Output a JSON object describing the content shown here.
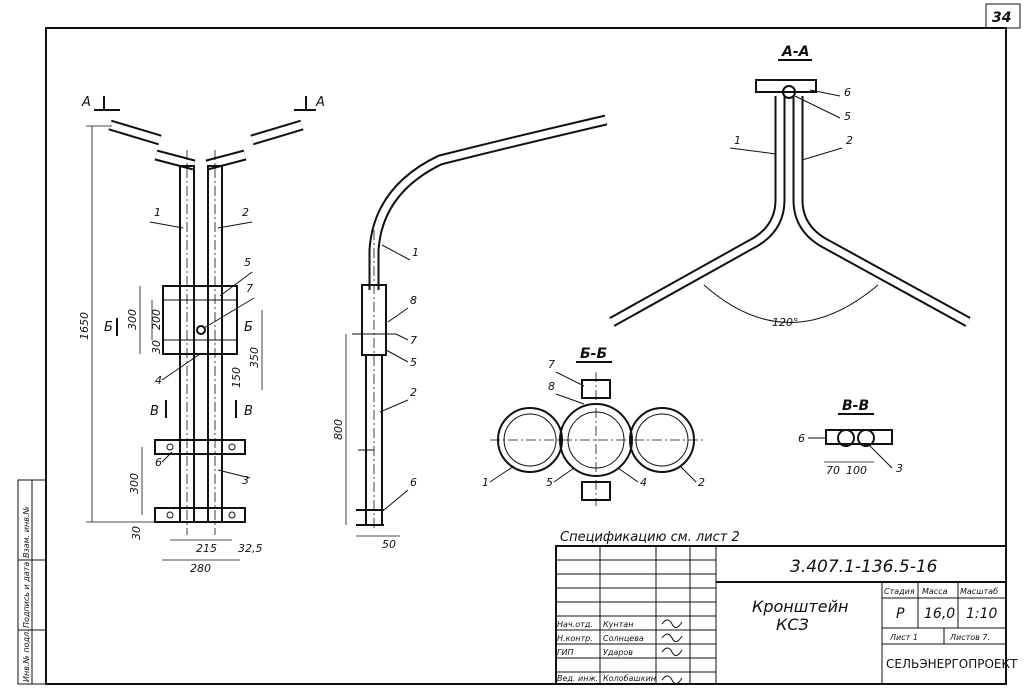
{
  "sheet": {
    "number": "34"
  },
  "views": {
    "aa_title": "А-А",
    "bb_title": "Б-Б",
    "vv_title": "В-В"
  },
  "labels": {
    "a": "А",
    "b": "Б",
    "v": "В"
  },
  "callouts": [
    "1",
    "2",
    "3",
    "4",
    "5",
    "6",
    "7",
    "8"
  ],
  "dimensions": {
    "d1650": "1650",
    "d300a": "300",
    "d200": "200",
    "d30a": "30",
    "d350": "350",
    "d150": "150",
    "d300b": "300",
    "d30b": "30",
    "d215": "215",
    "d32_5": "32,5",
    "d280": "280",
    "d800": "800",
    "d50": "50",
    "angle120": "120°",
    "d70": "70",
    "d100": "100"
  },
  "spec_note": "Спецификацию  см. лист 2",
  "title_block": {
    "code": "3.407.1-136.5-16",
    "name_line1": "Кронштейн",
    "name_line2": "КСЗ",
    "stage_h": "Стадия",
    "mass_h": "Масса",
    "scale_h": "Масштаб",
    "stage": "Р",
    "mass": "16,0",
    "scale": "1:10",
    "sheet_label": "Лист 1",
    "sheets_label": "Листов 7.",
    "org": "СЕЛЬЭНЕРГОПРОЕКТ",
    "roles": [
      {
        "role": "Нач.отд.",
        "name": "Кунтан"
      },
      {
        "role": "Н.контр.",
        "name": "Солнцева"
      },
      {
        "role": "ГИП",
        "name": "Ударов"
      },
      {
        "role": "Вед. инж.",
        "name": "Колобашкин"
      }
    ]
  },
  "side_stamp": [
    "Инв.№ подл.",
    "Подпись и дата",
    "Взам. инв.№"
  ]
}
